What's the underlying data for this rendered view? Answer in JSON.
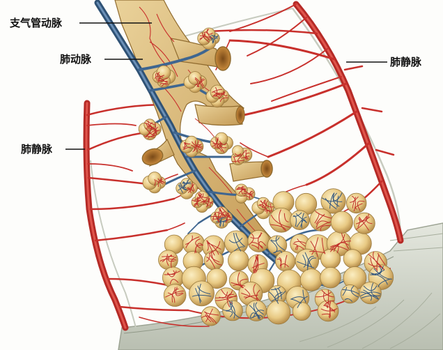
{
  "labels": {
    "bronchiole": "支气管动脉",
    "pulmonary_artery": "肺动脉",
    "pulmonary_vein_right": "肺静脉",
    "pulmonary_vein_left": "肺静脉"
  },
  "colors": {
    "artery_blue": "#3f6690",
    "vein_red": "#c8302c",
    "airway_tan": "#d9b978",
    "alveolus_yellow": "#ecd08c",
    "pleura_gray": "#cfd3c8",
    "callout_line": "#111111"
  }
}
